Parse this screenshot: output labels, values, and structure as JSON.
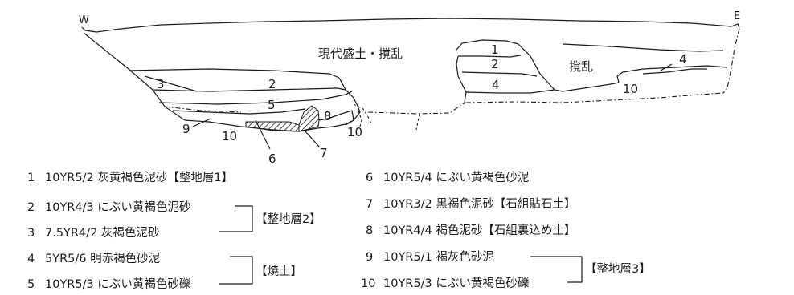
{
  "section": {
    "west_label": "W",
    "east_label": "E",
    "label_modern_fill": "現代盛土・撹乱",
    "label_disturbance": "撹乱",
    "layer_numbers": [
      "1",
      "2",
      "3",
      "4",
      "5",
      "6",
      "7",
      "8",
      "9",
      "10"
    ]
  },
  "legend": {
    "left": [
      {
        "num": "1",
        "text": "10YR5/2 灰黄褐色泥砂【整地層1】"
      },
      {
        "num": "2",
        "text": "10YR4/3 にぶい黄褐色泥砂"
      },
      {
        "num": "3",
        "text": "7.5YR4/2 灰褐色泥砂"
      },
      {
        "num": "4",
        "text": "5YR5/6 明赤褐色砂泥"
      },
      {
        "num": "5",
        "text": "10YR5/3 にぶい黄褐色砂礫"
      }
    ],
    "right": [
      {
        "num": "6",
        "text": "10YR5/4 にぶい黄褐色砂泥"
      },
      {
        "num": "7",
        "text": "10YR3/2 黒褐色泥砂【石組貼石土】"
      },
      {
        "num": "8",
        "text": "10YR4/4 褐色泥砂【石組裏込め土】"
      },
      {
        "num": "9",
        "text": "10YR5/1 褐灰色砂泥"
      },
      {
        "num": "10",
        "text": "10YR5/3 にぶい黄褐色砂礫"
      }
    ],
    "group_labels": {
      "seichi2": "【整地層2】",
      "shodo": "【焼土】",
      "seichi3": "【整地層3】"
    }
  }
}
